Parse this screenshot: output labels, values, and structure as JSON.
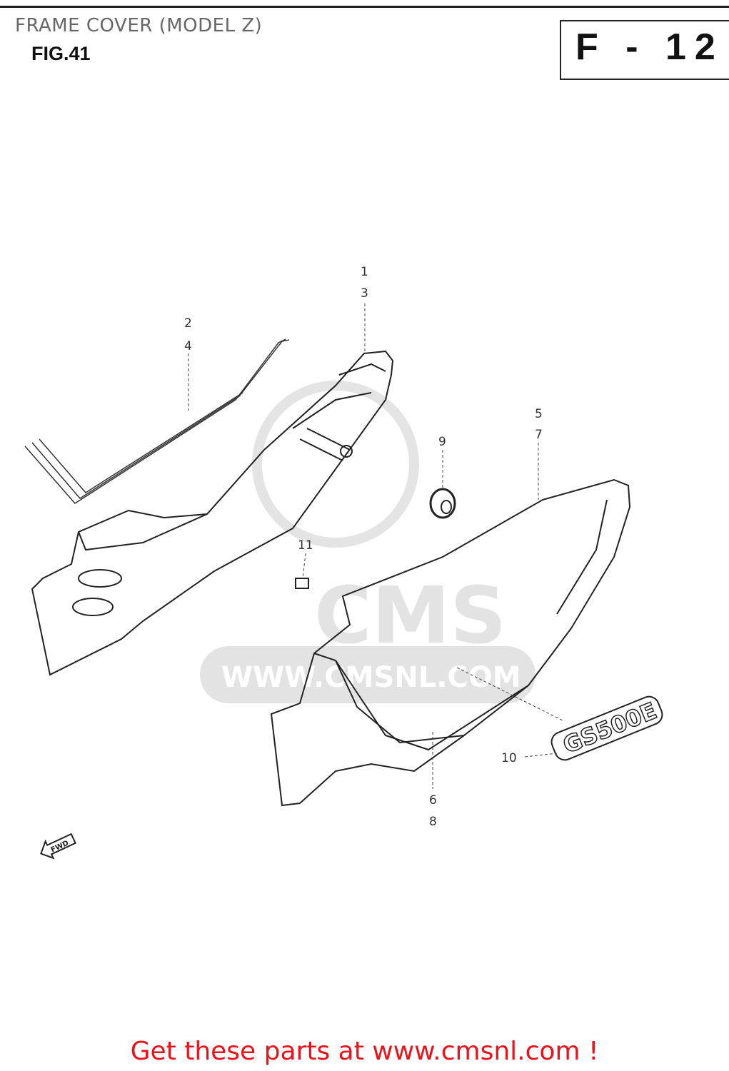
{
  "header": {
    "title": "FRAME COVER (MODEL Z)",
    "figure": "FIG.41",
    "page_code": "F - 12"
  },
  "callouts": [
    {
      "numbers": [
        "1",
        "3"
      ]
    },
    {
      "numbers": [
        "2",
        "4"
      ]
    },
    {
      "numbers": [
        "5",
        "7"
      ]
    },
    {
      "numbers": [
        "9"
      ]
    },
    {
      "numbers": [
        "11"
      ]
    },
    {
      "numbers": [
        "10"
      ]
    },
    {
      "numbers": [
        "6",
        "8"
      ]
    }
  ],
  "emblem": "GS500E",
  "direction_marker": "FWD",
  "watermark": {
    "logo": "CMS",
    "url": "WWW.CMSNL.COM"
  },
  "footer": {
    "text": "Get these parts at www.cmsnl.com !",
    "color": "#e8131b"
  }
}
